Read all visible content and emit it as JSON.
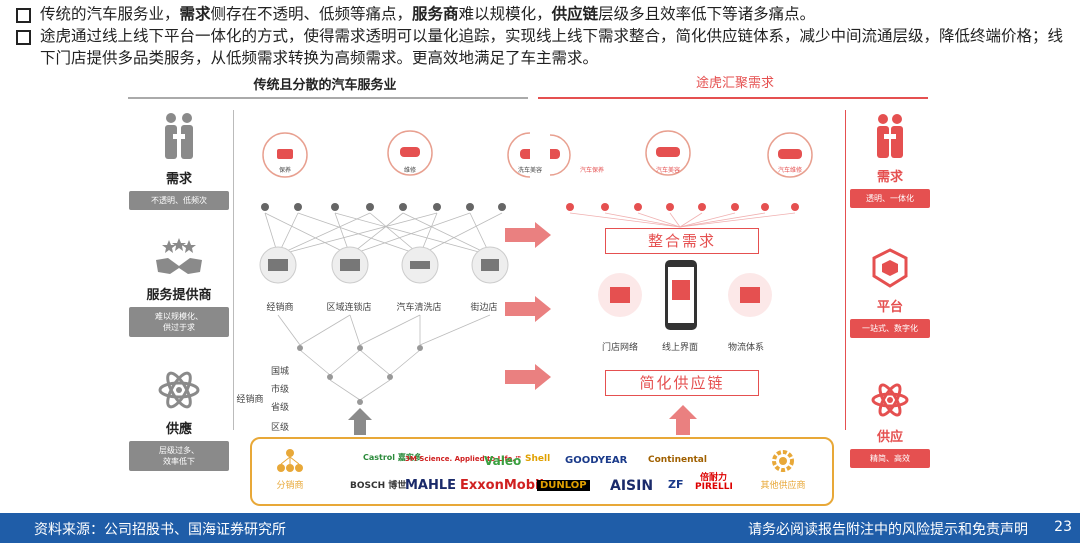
{
  "bullets": [
    {
      "parts": [
        {
          "t": "传统的汽车服务业，",
          "b": false
        },
        {
          "t": "需求",
          "b": true
        },
        {
          "t": "侧存在不透明、低频等痛点，",
          "b": false
        },
        {
          "t": "服务商",
          "b": true
        },
        {
          "t": "难以规模化，",
          "b": false
        },
        {
          "t": "供应链",
          "b": true
        },
        {
          "t": "层级多且效率低下等诸多痛点。",
          "b": false
        }
      ]
    },
    {
      "parts": [
        {
          "t": "途虎通过线上线下平台一体化的方式，使得需求透明可以量化追踪，实现线上线下需求整合，简化供应链体系，减少中间流通层级，降低终端价格；线下门店提供多品类服务，从低频需求转换为高频需求。更高效地满足了车主需求。",
          "b": false
        }
      ]
    }
  ],
  "left_header": "传统且分散的汽车服务业",
  "right_header": "途虎汇聚需求",
  "left_rows": [
    {
      "title": "需求",
      "tag": "不透明、低频次",
      "icon": "handshake-people-icon"
    },
    {
      "title": "服务提供商",
      "tag": "难以规模化、\n供过于求",
      "icon": "handshake-stars-icon"
    },
    {
      "title": "供應",
      "tag": "层级过多、\n效率低下",
      "icon": "atom-icon"
    }
  ],
  "right_rows": [
    {
      "title": "需求",
      "tag": "透明、一体化",
      "icon": "handshake-people-icon"
    },
    {
      "title": "平台",
      "tag": "一站式、数字化",
      "icon": "cube-network-icon"
    },
    {
      "title": "供应",
      "tag": "精简、高效",
      "icon": "atom-icon"
    }
  ],
  "left_services": [
    "经销商",
    "区域连锁店",
    "汽车清洗店",
    "街边店"
  ],
  "dealer_levels": {
    "label": "经销商",
    "levels": [
      "国城",
      "市级",
      "省级",
      "区级"
    ]
  },
  "right_boxes": [
    "整合需求",
    "简化供应链"
  ],
  "right_platform": [
    "门店网络",
    "线上界面",
    "物流体系"
  ],
  "demand_icon_labels_left": [
    "保养",
    "维修",
    "洗车美容"
  ],
  "demand_icon_labels_right": [
    "汽车保养",
    "汽车美容",
    "汽车维修"
  ],
  "supply": {
    "left_label": "分销商",
    "right_label": "其他供应商",
    "brands_row1": [
      "Castrol 嘉实多",
      "3M Science. Applied to Life.™",
      "Valeo",
      "Shell",
      "GOODYEAR",
      "Continental",
      "倍耐力"
    ],
    "brands_row2": [
      "BOSCH 博世",
      "MAHLE",
      "ExxonMobil",
      "DUNLOP",
      "AISIN",
      "ZF",
      "PIRELLI"
    ]
  },
  "footer": {
    "source": "资料来源：公司招股书、国海证券研究所",
    "disclaimer": "请务必阅读报告附注中的风险提示和免责声明",
    "page": "23"
  },
  "colors": {
    "accent": "#e55050",
    "grey": "#8a8a8a",
    "footer": "#1f5da8",
    "supply_border": "#e8a838"
  }
}
